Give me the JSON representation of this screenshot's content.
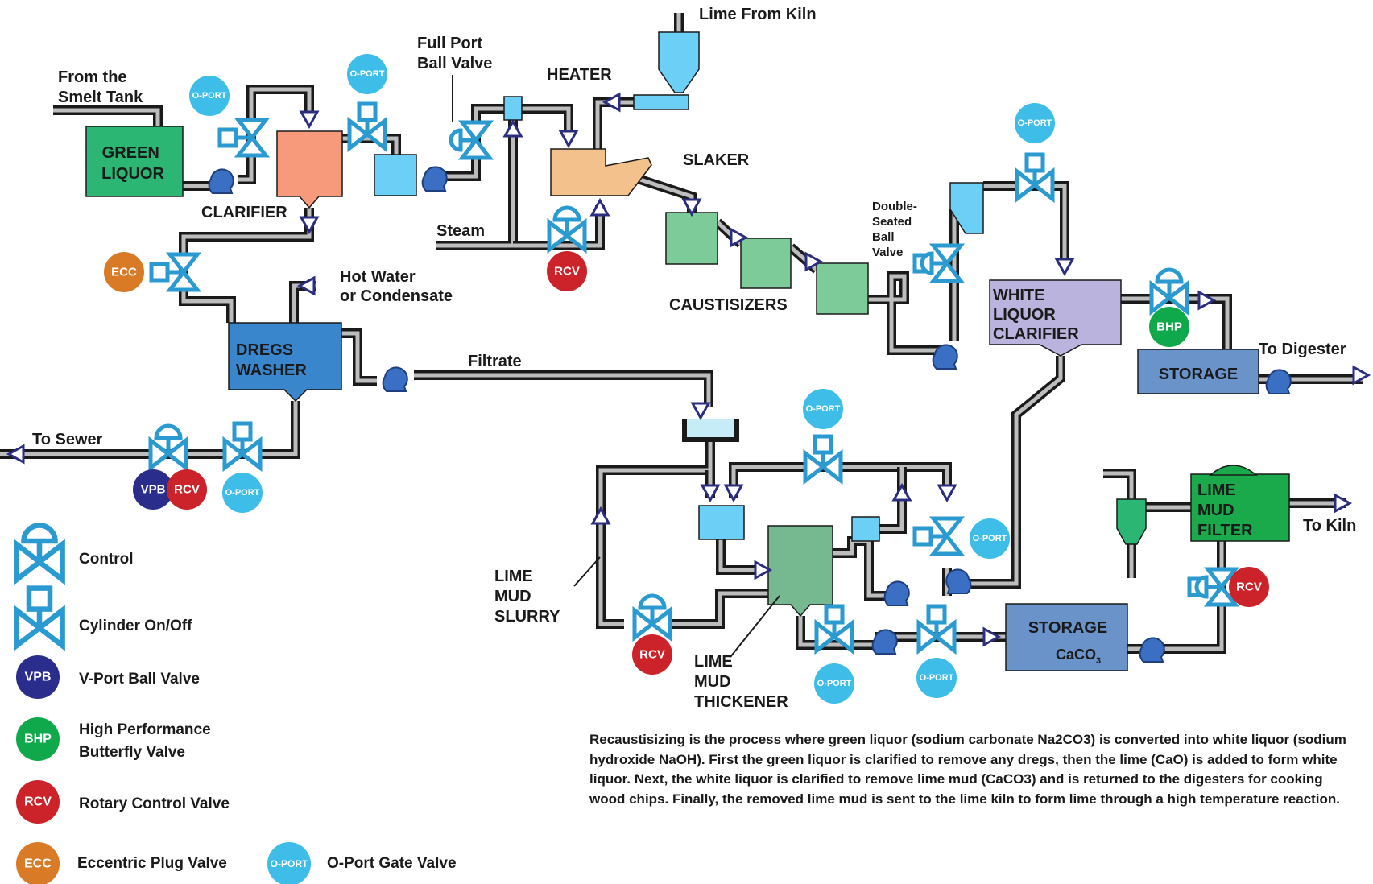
{
  "labels": {
    "smelt_tank": [
      "From the",
      "Smelt Tank"
    ],
    "lime_from_kiln": "Lime From Kiln",
    "full_port_ball_valve": [
      "Full Port",
      "Ball Valve"
    ],
    "heater": "HEATER",
    "slaker": "SLAKER",
    "green_liquor": [
      "GREEN",
      "LIQUOR"
    ],
    "clarifier": "CLARIFIER",
    "steam": "Steam",
    "hot_water": [
      "Hot Water",
      "or Condensate"
    ],
    "caustisizers": "CAUSTISIZERS",
    "double_seated": [
      "Double-",
      "Seated",
      "Ball",
      "Valve"
    ],
    "white_liquor_clarifier": [
      "WHITE",
      "LIQUOR",
      "CLARIFIER"
    ],
    "to_digester": "To Digester",
    "storage_white": "STORAGE",
    "dregs_washer": [
      "DREGS",
      "WASHER"
    ],
    "filtrate": "Filtrate",
    "to_sewer": "To Sewer",
    "lime_mud_slurry": [
      "LIME",
      "MUD",
      "SLURRY"
    ],
    "lime_mud_thickener": [
      "LIME",
      "MUD",
      "THICKENER"
    ],
    "storage_caco3": "STORAGE",
    "caco3_main": "CaCO",
    "caco3_sub": "3",
    "lime_mud_filter": [
      "LIME",
      "MUD",
      "FILTER"
    ],
    "to_kiln": "To Kiln"
  },
  "badges": {
    "oport": "O-PORT",
    "rcv": "RCV",
    "ecc": "ECC",
    "vpb": "VPB",
    "bhp": "BHP"
  },
  "legend": {
    "control": "Control",
    "cylinder": "Cylinder On/Off",
    "vpb": "V-Port Ball Valve",
    "bhp": [
      "High Performance",
      "Butterfly Valve"
    ],
    "rcv": "Rotary Control Valve",
    "ecc": "Eccentric Plug Valve",
    "oport": "O-Port Gate Valve"
  },
  "description": "Recaustisizing is the process where green liquor (sodium carbonate Na2CO3) is converted into white liquor (sodium hydroxide NaOH). First the green liquor is clarified to remove any dregs, then the lime (CaO) is added to form white liquor. Next, the white liquor is clarified to remove lime mud (CaCO3) and is returned to the digesters for cooking wood chips. Finally, the removed lime mud is sent to the lime kiln to form lime through a high temperature reaction.",
  "colors": {
    "oport": "#3dbde8",
    "rcv": "#cc2229",
    "ecc": "#d97a26",
    "vpb": "#2b2d8c",
    "bhp": "#0fa84a",
    "valve": "#2a9ad0",
    "green_liquor": "#2bb673",
    "clarifier": "#f79a7b",
    "tank_blue": "#6ccff6",
    "slaker": "#f3c18b",
    "caustisizer": "#7ccb98",
    "white_liquor_clarifier": "#b9b3dd",
    "storage": "#6a93c9",
    "dregs_washer": "#3a86cc",
    "thickener": "#76b990",
    "filter": "#1aaa4c",
    "pump": "#3b6fc4",
    "arrow": "#2b2d7f"
  }
}
